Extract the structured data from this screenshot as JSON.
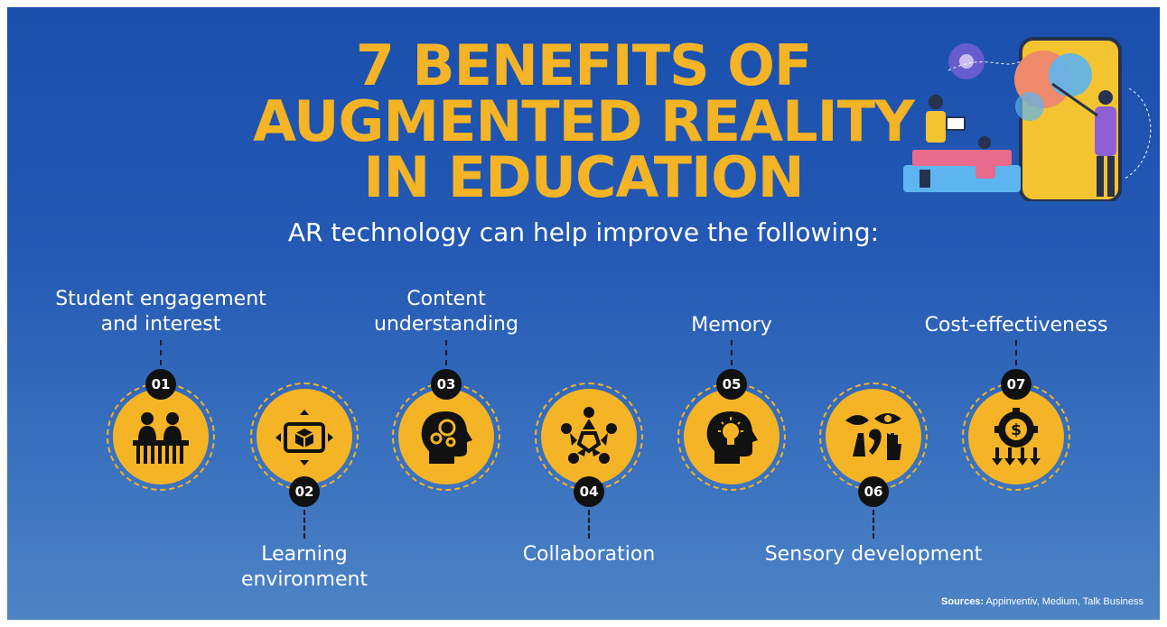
{
  "title": {
    "line1": "7 BENEFITS OF",
    "line2": "AUGMENTED REALITY",
    "line3": "IN EDUCATION"
  },
  "subtitle": "AR technology can help improve the following:",
  "benefits": [
    {
      "number": "01",
      "label_line1": "Student engagement",
      "label_line2": "and interest",
      "icon": "students-at-desk-icon",
      "label_position": "top"
    },
    {
      "number": "02",
      "label_line1": "Learning",
      "label_line2": "environment",
      "icon": "ar-tablet-cube-icon",
      "label_position": "bottom"
    },
    {
      "number": "03",
      "label_line1": "Content",
      "label_line2": "understanding",
      "icon": "head-gears-icon",
      "label_position": "top"
    },
    {
      "number": "04",
      "label_line1": "Collaboration",
      "label_line2": "",
      "icon": "team-circle-icon",
      "label_position": "bottom"
    },
    {
      "number": "05",
      "label_line1": "Memory",
      "label_line2": "",
      "icon": "head-lightbulb-icon",
      "label_position": "top"
    },
    {
      "number": "06",
      "label_line1": "Sensory development",
      "label_line2": "",
      "icon": "senses-icon",
      "label_position": "bottom"
    },
    {
      "number": "07",
      "label_line1": "Cost-effectiveness",
      "label_line2": "",
      "icon": "dollar-gear-arrows-icon",
      "label_position": "top"
    }
  ],
  "sources": {
    "prefix": "Sources:",
    "text": "Appinventiv, Medium, Talk Business"
  },
  "colors": {
    "accent": "#f4b425",
    "background_top": "#1a4fad",
    "background_bottom": "#4d84c6",
    "badge": "#111111",
    "text": "#ffffff"
  }
}
